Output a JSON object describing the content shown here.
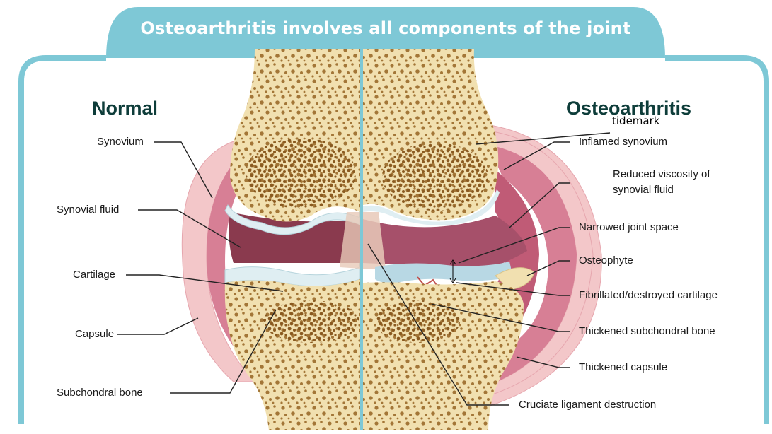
{
  "title": "Osteoarthritis involves all components of the joint",
  "normal_heading": "Normal",
  "oa_heading": "Osteoarthritis",
  "added_label": "tidemark",
  "normal_labels": {
    "synovium": "Synovium",
    "synovial_fluid": "Synovial fluid",
    "cartilage": "Cartilage",
    "capsule": "Capsule",
    "subchondral_bone": "Subchondral bone"
  },
  "oa_labels": {
    "inflamed_synovium": "Inflamed synovium",
    "reduced_viscosity_1": "Reduced viscosity of",
    "reduced_viscosity_2": "synovial fluid",
    "narrowed_joint_space": "Narrowed joint space",
    "osteophyte": "Osteophyte",
    "fibrillated_cartilage": "Fibrillated/destroyed cartilage",
    "thickened_subchondral_bone": "Thickened subchondral bone",
    "thickened_capsule": "Thickened capsule",
    "cruciate_ligament": "Cruciate ligament destruction"
  },
  "colors": {
    "frame": "#7ec8d6",
    "bone": "#f1e0b0",
    "bone_spots": "#9a6a2a",
    "cartilage": "#dfeef2",
    "synovium": "#d77f95",
    "synovial_fluid_normal": "#8a3a4e",
    "capsule": "#f3c7c9",
    "heading": "#0e3d3a"
  }
}
